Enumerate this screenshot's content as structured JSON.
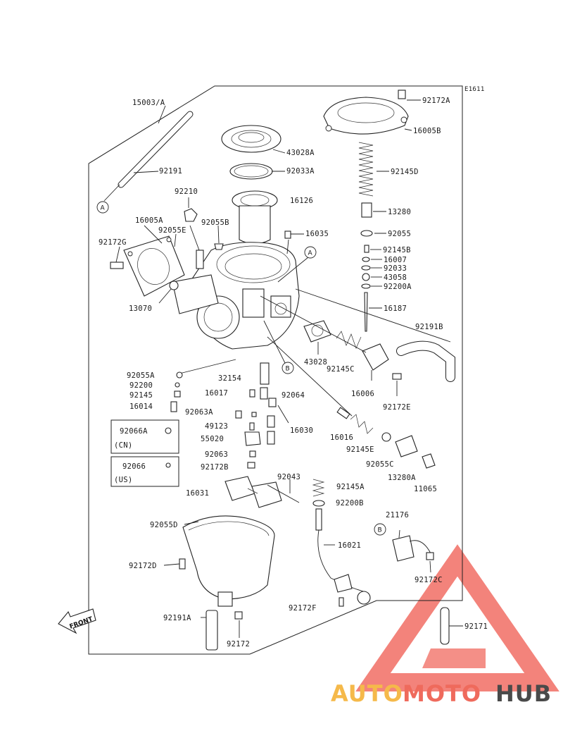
{
  "diagram": {
    "code": "E1611",
    "front_label": "FRONT",
    "callouts": {
      "A": "A",
      "B": "B"
    },
    "parts": {
      "p15003A": "15003/A",
      "p92191": "92191",
      "p92210": "92210",
      "p16005A": "16005A",
      "p92055E": "92055E",
      "p92055B": "92055B",
      "p92172G": "92172G",
      "p13070": "13070",
      "p43028A": "43028A",
      "p92033A": "92033A",
      "p16126": "16126",
      "p16035": "16035",
      "p92172A": "92172A",
      "p16005B": "16005B",
      "p92145D": "92145D",
      "p13280": "13280",
      "p92055": "92055",
      "p92145B": "92145B",
      "p16007": "16007",
      "p92033": "92033",
      "p43058": "43058",
      "p92200A": "92200A",
      "p16187": "16187",
      "p92191B": "92191B",
      "p43028": "43028",
      "p92145C": "92145C",
      "p16006": "16006",
      "p92172E": "92172E",
      "p92055A": "92055A",
      "p92200": "92200",
      "p92145": "92145",
      "p16014": "16014",
      "p32154": "32154",
      "p16017": "16017",
      "p92064": "92064",
      "p92063A": "92063A",
      "p49123": "49123",
      "p16030": "16030",
      "p55020": "55020",
      "p92063": "92063",
      "p92172B": "92172B",
      "p16016": "16016",
      "p92145E": "92145E",
      "p92055C": "92055C",
      "p13280A": "13280A",
      "p11065": "11065",
      "p92066A": "92066A",
      "cn": "(CN)",
      "p92066": "92066",
      "us": "(US)",
      "p92043": "92043",
      "p92145A": "92145A",
      "p92200B": "92200B",
      "p16031": "16031",
      "p92055D": "92055D",
      "p16021": "16021",
      "p21176": "21176",
      "p92172D": "92172D",
      "p92172C": "92172C",
      "p92172F": "92172F",
      "p92191A": "92191A",
      "p92172": "92172",
      "p92171": "92171"
    }
  },
  "watermark": {
    "auto": "AUTO",
    "moto": "MOTO",
    "hub": "HUB",
    "colors": {
      "auto": "#f5b94a",
      "moto": "#ef6a5c",
      "hub": "#4a4a4a",
      "triangle": "#ef5a4f"
    }
  }
}
